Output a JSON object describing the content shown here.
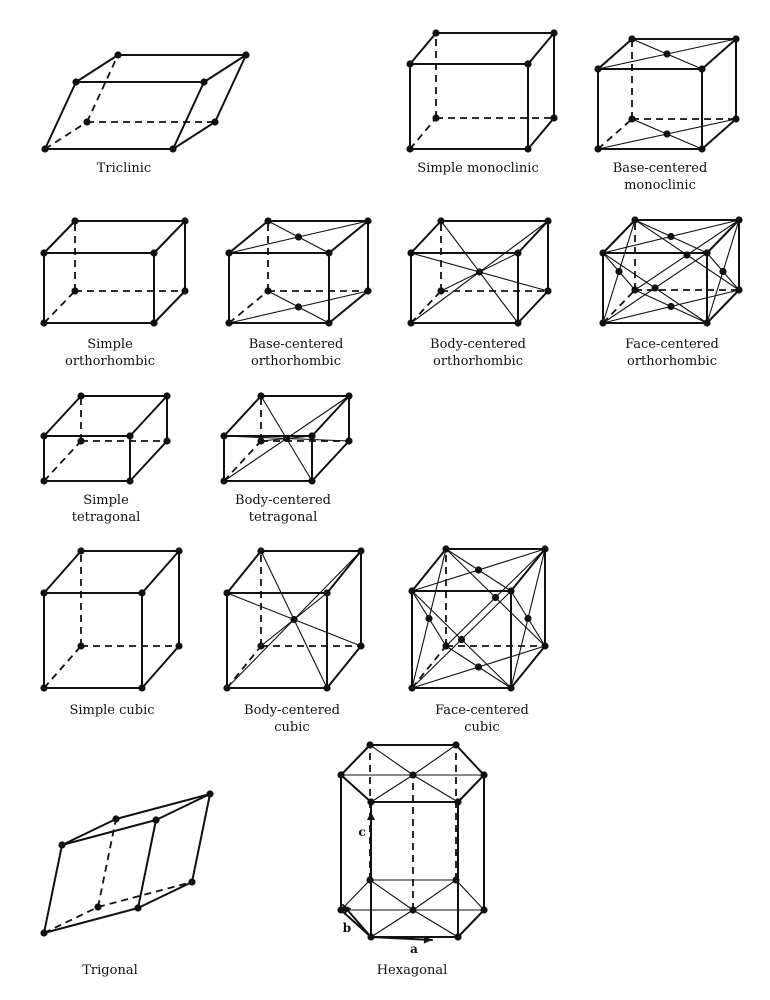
{
  "lattices": [
    {
      "key": "triclinic",
      "lines": [
        "Triclinic"
      ]
    },
    {
      "key": "simple-monoclinic",
      "lines": [
        "Simple monoclinic"
      ]
    },
    {
      "key": "base-centered-monoclinic",
      "lines": [
        "Base-centered",
        "monoclinic"
      ]
    },
    {
      "key": "simple-orthorhombic",
      "lines": [
        "Simple",
        "orthorhombic"
      ]
    },
    {
      "key": "base-centered-orthorhombic",
      "lines": [
        "Base-centered",
        "orthorhombic"
      ]
    },
    {
      "key": "body-centered-orthorhombic",
      "lines": [
        "Body-centered",
        "orthorhombic"
      ]
    },
    {
      "key": "face-centered-orthorhombic",
      "lines": [
        "Face-centered",
        "orthorhombic"
      ]
    },
    {
      "key": "simple-tetragonal",
      "lines": [
        "Simple",
        "tetragonal"
      ]
    },
    {
      "key": "body-centered-tetragonal",
      "lines": [
        "Body-centered",
        "tetragonal"
      ]
    },
    {
      "key": "simple-cubic",
      "lines": [
        "Simple cubic"
      ]
    },
    {
      "key": "body-centered-cubic",
      "lines": [
        "Body-centered",
        "cubic"
      ]
    },
    {
      "key": "face-centered-cubic",
      "lines": [
        "Face-centered",
        "cubic"
      ]
    },
    {
      "key": "trigonal",
      "lines": [
        "Trigonal"
      ]
    },
    {
      "key": "hexagonal",
      "lines": [
        "Hexagonal"
      ]
    }
  ],
  "hexagonal_axes": {
    "a": "a",
    "b": "b",
    "c": "c"
  }
}
